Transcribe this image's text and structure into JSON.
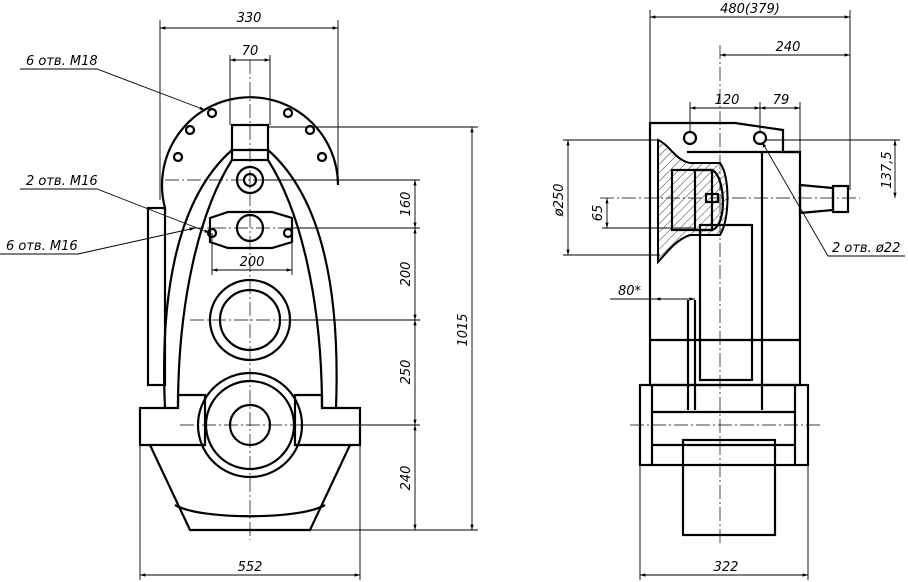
{
  "drawing": {
    "front_view": {
      "dimensions": {
        "overall_width_top": "330",
        "shaft_width": "70",
        "bolt_spacing": "200",
        "base_width": "552",
        "d1": "160",
        "d2": "200",
        "d3": "250",
        "d4": "240",
        "overall_height": "1015"
      },
      "callouts": {
        "flange_holes": "6 отв. М18",
        "two_holes": "2 отв. М16",
        "six_holes": "6 отв. М16"
      }
    },
    "side_view": {
      "dimensions": {
        "overall_depth": "480(379)",
        "offset_240": "240",
        "hole_120": "120",
        "hole_79": "79",
        "flange_diameter": "ø250",
        "shaft_65": "65",
        "height_137": "137,5",
        "ref_80": "80*",
        "base_322": "322"
      },
      "callouts": {
        "mount_holes": "2 отв. ø22"
      }
    }
  }
}
